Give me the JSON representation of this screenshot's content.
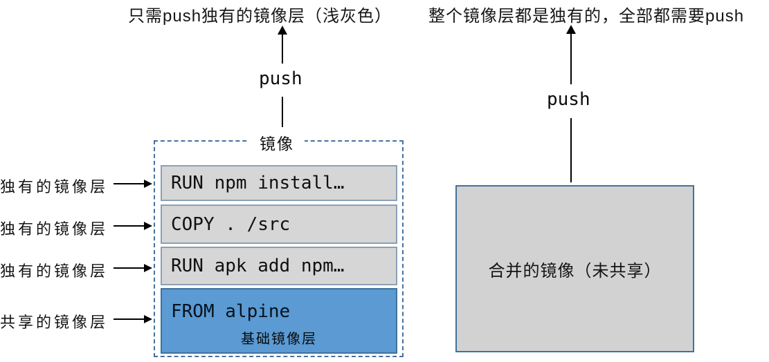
{
  "diagram": {
    "caption_left": "只需push独有的镜像层（浅灰色）",
    "caption_right": "整个镜像层都是独有的，全部都需要push",
    "push_left": "push",
    "push_right": "push",
    "image_stack": {
      "title": "镜像",
      "layers": [
        {
          "command": "RUN npm install…",
          "type": "unique"
        },
        {
          "command": "COPY . /src",
          "type": "unique"
        },
        {
          "command": "RUN apk add npm…",
          "type": "unique"
        },
        {
          "command": "FROM alpine",
          "sublabel": "基础镜像层",
          "type": "shared"
        }
      ]
    },
    "side_labels": [
      {
        "text": "独有的镜像层"
      },
      {
        "text": "独有的镜像层"
      },
      {
        "text": "独有的镜像层"
      },
      {
        "text": "共享的镜像层"
      }
    ],
    "merged_image": {
      "label": "合并的镜像（未共享）"
    },
    "colors": {
      "layer_unique_fill": "#d6d6d6",
      "layer_unique_border": "#8aa0b6",
      "layer_shared_fill": "#5b9ad2",
      "layer_shared_border": "#41719c",
      "group_dashed_border": "#44719e",
      "merged_fill": "#d2d2d2",
      "merged_border": "#41719c",
      "arrow": "#000000"
    }
  }
}
